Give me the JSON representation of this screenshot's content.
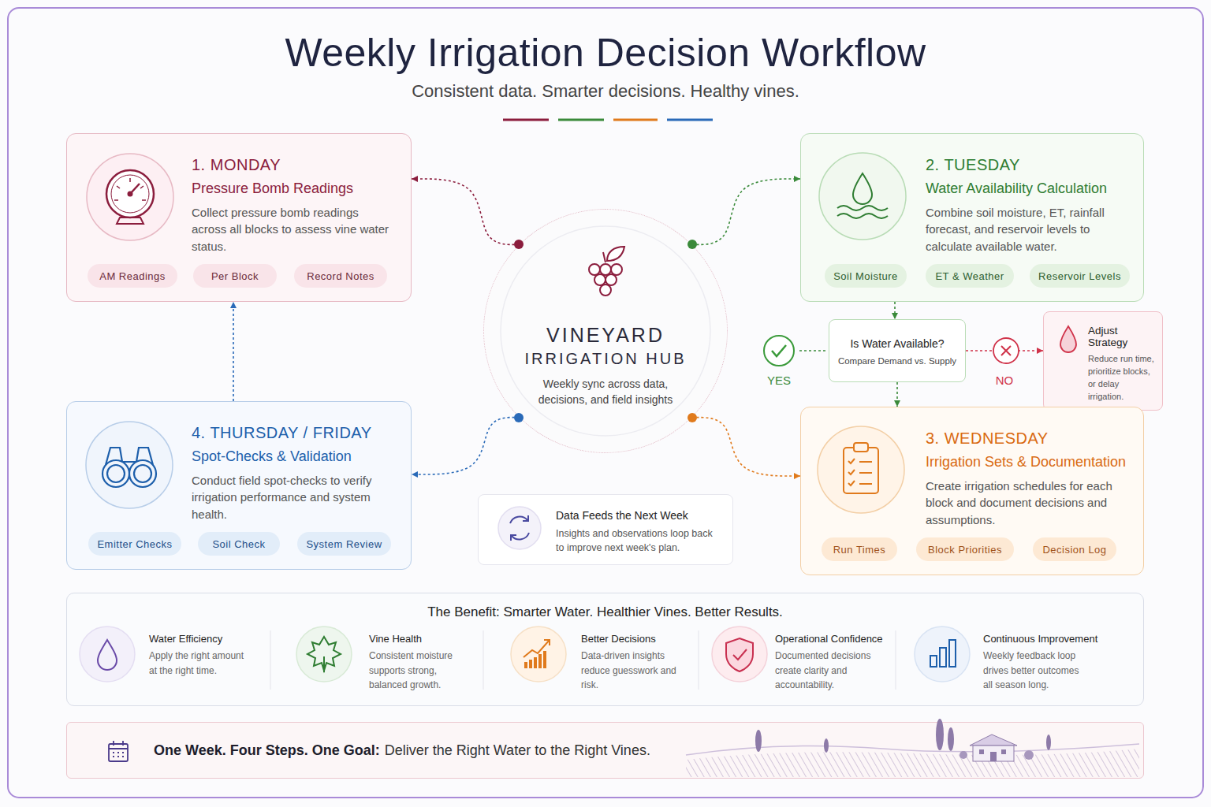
{
  "diagram": {
    "title": "Weekly Irrigation Decision Workflow",
    "caption": "Consistent data. Smarter decisions. Healthy vines.",
    "nodes": [
      {
        "text": [
          "1. MONDAY",
          "Pressure Bomb Readings",
          "Collect pressure bomb readings across all blocks to assess vine water status."
        ]
      },
      {
        "text": [
          "AM Readings"
        ],
        "in": 0
      },
      {
        "text": [
          "Per Block"
        ],
        "in": 0
      },
      {
        "text": [
          "Record Notes"
        ],
        "in": 0
      },
      {
        "text": [
          "2. TUESDAY",
          "Water Availability Calculation",
          "Combine soil moisture, ET, rainfall forecast, and reservoir levels to calculate available water."
        ]
      },
      {
        "text": [
          "Soil Moisture"
        ],
        "in": 4
      },
      {
        "text": [
          "ET & Weather"
        ],
        "in": 4
      },
      {
        "text": [
          "Reservoir Levels"
        ],
        "in": 4
      },
      {
        "text": [
          "VINEYARD",
          "IRRIGATION HUB",
          "Weekly sync across data, decisions, and field insights"
        ]
      },
      {
        "text": [
          "Is Water Available?",
          "Compare Demand vs. Supply"
        ]
      },
      {
        "text": [
          "Adjust Strategy",
          "Reduce run time, prioritize blocks, or delay irrigation."
        ]
      },
      {
        "text": [
          "3. WEDNESDAY",
          "Irrigation Sets & Documentation",
          "Create irrigation schedules for each block and document decisions and assumptions."
        ]
      },
      {
        "text": [
          "Run Times"
        ],
        "in": 11
      },
      {
        "text": [
          "Block Priorities"
        ],
        "in": 11
      },
      {
        "text": [
          "Decision Log"
        ],
        "in": 11
      },
      {
        "text": [
          "4. THURSDAY / FRIDAY",
          "Spot-Checks & Validation",
          "Conduct field spot-checks to verify irrigation performance and system health."
        ]
      },
      {
        "text": [
          "Emitter Checks"
        ],
        "in": 15
      },
      {
        "text": [
          "Soil Check"
        ],
        "in": 15
      },
      {
        "text": [
          "System Review"
        ],
        "in": 15
      },
      {
        "text": [
          "Data Feeds the Next Week",
          "Insights and observations loop back to improve next week's plan."
        ]
      },
      {
        "text": [
          "The Benefit: Smarter Water. Healthier Vines. Better Results."
        ]
      },
      {
        "text": [
          "Water Efficiency",
          "Apply the right amount at the right time."
        ],
        "in": 20
      },
      {
        "text": [
          "Vine Health",
          "Consistent moisture supports strong, balanced growth."
        ],
        "in": 20
      },
      {
        "text": [
          "Better Decisions",
          "Data-driven insights reduce guesswork and risk."
        ],
        "in": 20
      },
      {
        "text": [
          "Operational Confidence",
          "Documented decisions create clarity and accountability."
        ],
        "in": 20
      },
      {
        "text": [
          "Continuous Improvement",
          "Weekly feedback loop drives better outcomes all season long."
        ],
        "in": 20
      },
      {
        "text": [
          "One Week. Four Steps. One Goal:",
          "Deliver the Right Water to the Right Vines."
        ]
      }
    ],
    "edges": [
      {
        "from": 8,
        "to": 0,
        "arrow": "to"
      },
      {
        "from": 8,
        "to": 4,
        "arrow": "to"
      },
      {
        "from": 8,
        "to": 11,
        "arrow": "to"
      },
      {
        "from": 8,
        "to": 15,
        "arrow": "to"
      },
      {
        "from": 15,
        "to": 0,
        "arrow": "to"
      },
      {
        "from": 4,
        "to": 9,
        "arrow": "to"
      },
      {
        "from": 9,
        "to": 11,
        "arrow": "to"
      },
      {
        "from": 9,
        "to": 10,
        "label": "NO",
        "arrow": "to"
      }
    ],
    "labels": [
      "YES"
    ]
  }
}
